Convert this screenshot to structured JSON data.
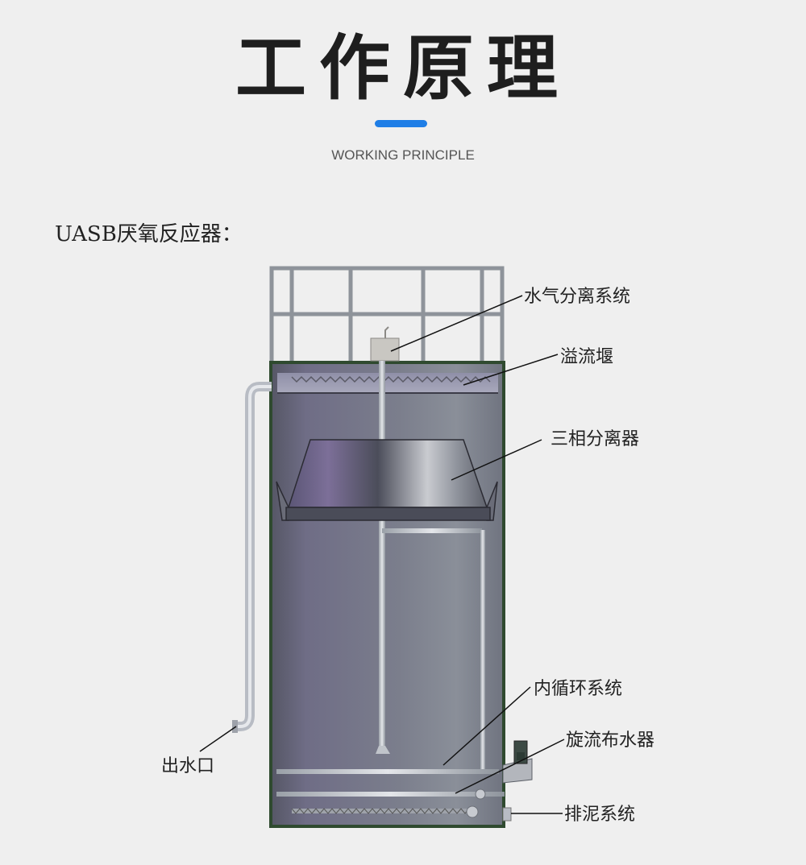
{
  "header": {
    "title": "工作原理",
    "subtitle": "WORKING PRINCIPLE"
  },
  "section": {
    "label": "UASB厌氧反应器："
  },
  "diagram": {
    "callouts": {
      "gas_water_separation": "水气分离系统",
      "overflow_weir": "溢流堰",
      "three_phase_separator": "三相分离器",
      "internal_circulation": "内循环系统",
      "swirl_distributor": "旋流布水器",
      "sludge_discharge": "排泥系统",
      "water_outlet": "出水口"
    },
    "colors": {
      "accent": "#1f7ee6",
      "tank_frame": "#2f4a2f",
      "tank_body": "#6e6f80",
      "pipe": "#b8bcc4"
    }
  }
}
